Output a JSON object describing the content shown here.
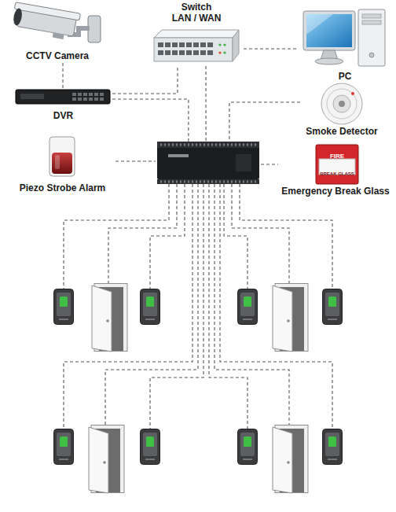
{
  "diagram": {
    "nodes": [
      {
        "text": [
          "CCTV Camera"
        ]
      },
      {
        "text": [
          "Switch",
          "LAN / WAN"
        ]
      },
      {
        "text": [
          "PC"
        ]
      },
      {
        "text": [
          "DVR"
        ]
      },
      {
        "text": [
          "Smoke Detector"
        ]
      },
      {
        "text": [
          "Piezo Strobe Alarm"
        ]
      },
      {
        "text": []
      },
      {
        "text": [
          "Emergency Break Glass"
        ]
      }
    ],
    "edges": [
      {
        "from": 0,
        "to": 3,
        "arrow": "none"
      },
      {
        "from": 3,
        "to": 1,
        "arrow": "none"
      },
      {
        "from": 3,
        "to": 6,
        "arrow": "none"
      },
      {
        "from": 1,
        "to": 2,
        "arrow": "none"
      },
      {
        "from": 1,
        "to": 6,
        "arrow": "none"
      },
      {
        "from": 4,
        "to": 6,
        "arrow": "none"
      },
      {
        "from": 5,
        "to": 6,
        "arrow": "none"
      },
      {
        "from": 6,
        "to": 7,
        "arrow": "none"
      }
    ],
    "labels": [
      "FIRE",
      "BREAK GLASS"
    ]
  }
}
